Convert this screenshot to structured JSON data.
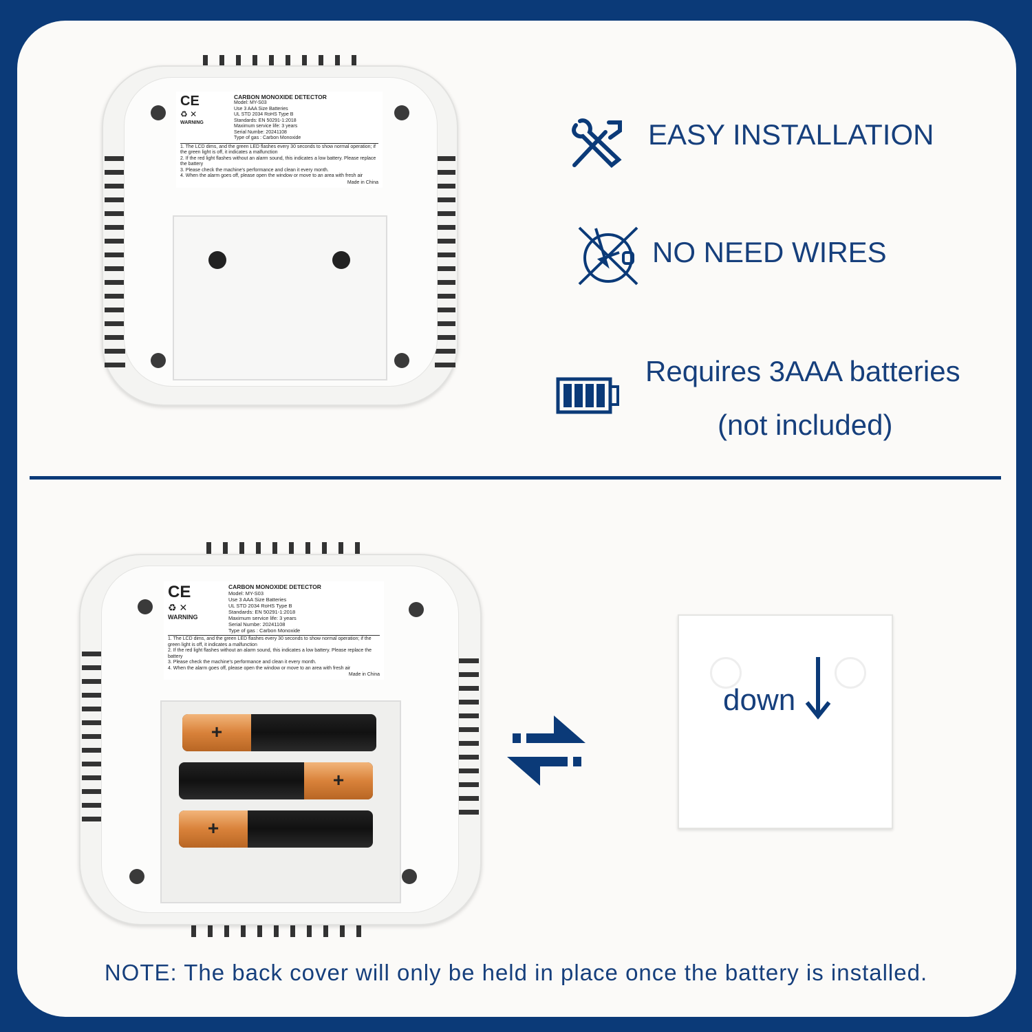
{
  "features": [
    {
      "icon": "wrench-screwdriver-icon",
      "label": "EASY INSTALLATION"
    },
    {
      "icon": "no-wires-icon",
      "label": "NO NEED WIRES"
    },
    {
      "icon": "battery-icon",
      "label": "Requires 3AAA batteries",
      "sublabel": "(not included)"
    }
  ],
  "device_label": {
    "title": "CARBON MONOXIDE DETECTOR",
    "lines": [
      "Model: MY-S03",
      "Use 3 AAA Size Batteries",
      "UL STD 2034 RoHS Type B",
      "Standards: EN 50291-1:2018",
      "Maximum service life: 3 years",
      "Serial Numbe: 20241108",
      "Type of gas : Carbon Monoxide"
    ],
    "warning": "WARNING",
    "marks": "CE",
    "warnings": [
      "1. The LCD dims, and the green LED flashes every 30 seconds to show normal operation; if the green light is off, it indicates a malfunction",
      "2. If the red light flashes without an alarm sound, this indicates a low battery. Please replace the battery",
      "3. Please check the machine's performance and clean it every month.",
      "4. When the alarm goes off, please open the window or move to an area with fresh air"
    ],
    "origin": "Made in China"
  },
  "battery_sign": "+",
  "cover_text": "down",
  "note": "NOTE: The back cover will only be held in place once the battery is installed.",
  "colors": {
    "brand": "#0b3a78",
    "background": "#fbfaf8",
    "battery_copper": "#d9823a"
  }
}
